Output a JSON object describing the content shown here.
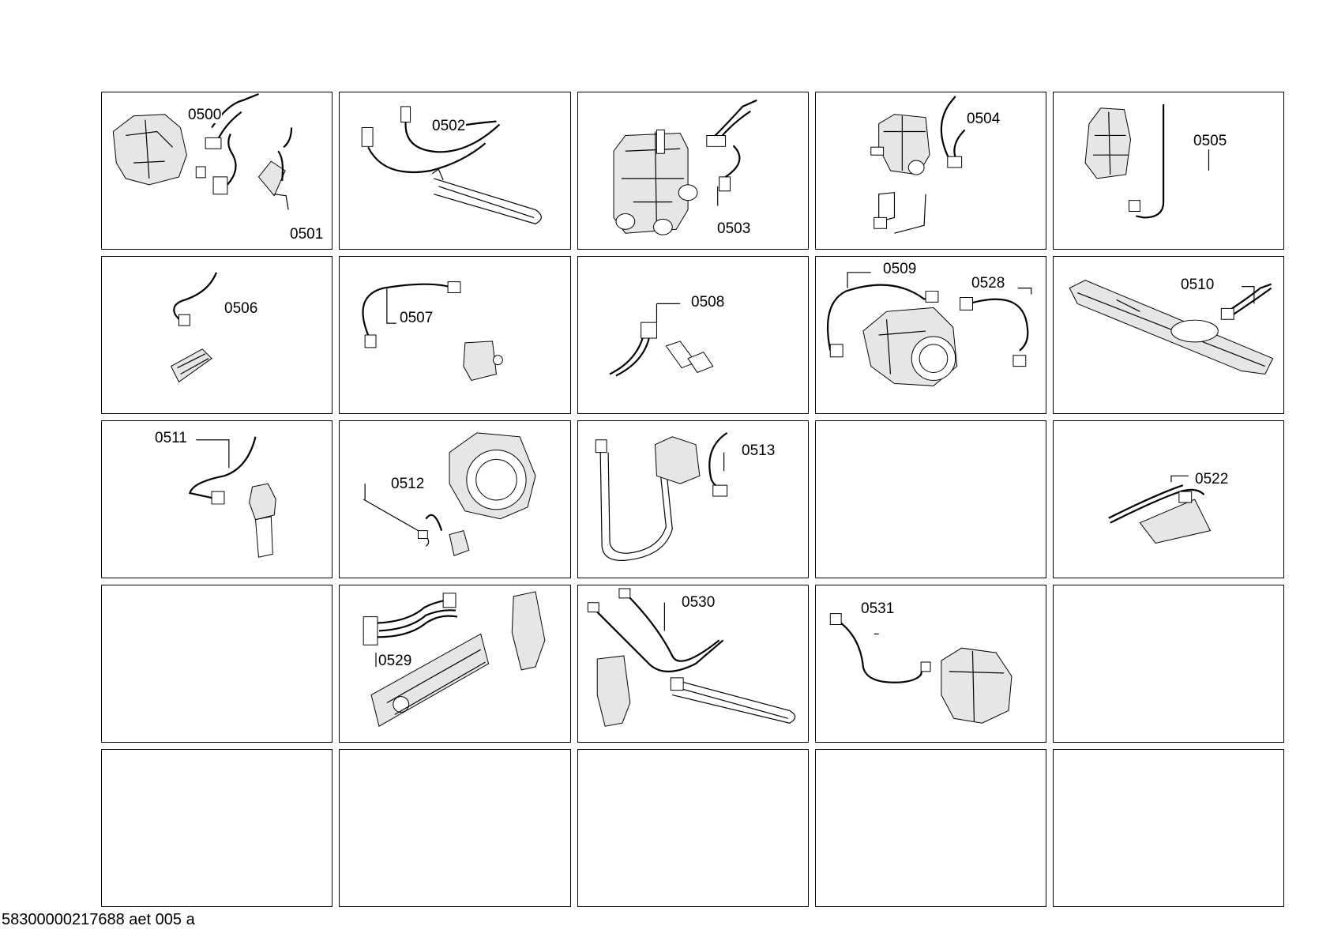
{
  "grid": {
    "cells": [
      {
        "row": 0,
        "col": 0,
        "labels": [
          "0500",
          "0501"
        ]
      },
      {
        "row": 0,
        "col": 1,
        "labels": [
          "0502"
        ]
      },
      {
        "row": 0,
        "col": 2,
        "labels": [
          "0503"
        ]
      },
      {
        "row": 0,
        "col": 3,
        "labels": [
          "0504"
        ]
      },
      {
        "row": 0,
        "col": 4,
        "labels": [
          "0505"
        ]
      },
      {
        "row": 1,
        "col": 0,
        "labels": [
          "0506"
        ]
      },
      {
        "row": 1,
        "col": 1,
        "labels": [
          "0507"
        ]
      },
      {
        "row": 1,
        "col": 2,
        "labels": [
          "0508"
        ]
      },
      {
        "row": 1,
        "col": 3,
        "labels": [
          "0509",
          "0528"
        ]
      },
      {
        "row": 1,
        "col": 4,
        "labels": [
          "0510"
        ]
      },
      {
        "row": 2,
        "col": 0,
        "labels": [
          "0511"
        ]
      },
      {
        "row": 2,
        "col": 1,
        "labels": [
          "0512"
        ]
      },
      {
        "row": 2,
        "col": 2,
        "labels": [
          "0513"
        ]
      },
      {
        "row": 2,
        "col": 3,
        "labels": []
      },
      {
        "row": 2,
        "col": 4,
        "labels": [
          "0522"
        ]
      },
      {
        "row": 3,
        "col": 0,
        "labels": []
      },
      {
        "row": 3,
        "col": 1,
        "labels": [
          "0529"
        ]
      },
      {
        "row": 3,
        "col": 2,
        "labels": [
          "0530"
        ]
      },
      {
        "row": 3,
        "col": 3,
        "labels": [
          "0531"
        ]
      },
      {
        "row": 3,
        "col": 4,
        "labels": []
      },
      {
        "row": 4,
        "col": 0,
        "labels": []
      },
      {
        "row": 4,
        "col": 1,
        "labels": []
      },
      {
        "row": 4,
        "col": 2,
        "labels": []
      },
      {
        "row": 4,
        "col": 3,
        "labels": []
      },
      {
        "row": 4,
        "col": 4,
        "labels": []
      }
    ]
  },
  "footer": {
    "document_code": "58300000217688 aet 005 a"
  }
}
